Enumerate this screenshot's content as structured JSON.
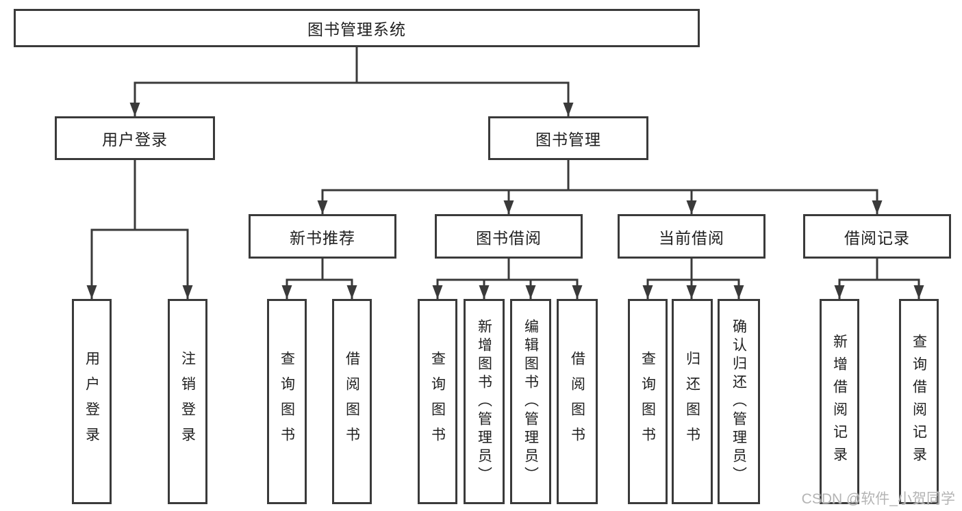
{
  "diagram_type": "hierarchy",
  "colors": {
    "line": "#3a3a3a",
    "box_border": "#3a3a3a",
    "text": "#1f1f1f",
    "background": "#ffffff",
    "watermark": "#b4b4b4"
  },
  "tree": {
    "label": "图书管理系统",
    "children": [
      {
        "label": "用户登录",
        "children": [
          {
            "label": "用户登录"
          },
          {
            "label": "注销登录"
          }
        ]
      },
      {
        "label": "图书管理",
        "children": [
          {
            "label": "新书推荐",
            "children": [
              {
                "label": "查询图书"
              },
              {
                "label": "借阅图书"
              }
            ]
          },
          {
            "label": "图书借阅",
            "children": [
              {
                "label": "查询图书"
              },
              {
                "label": "新增图书（管理员）"
              },
              {
                "label": "编辑图书（管理员）"
              },
              {
                "label": "借阅图书"
              }
            ]
          },
          {
            "label": "当前借阅",
            "children": [
              {
                "label": "查询图书"
              },
              {
                "label": "归还图书"
              },
              {
                "label": "确认归还（管理员）"
              }
            ]
          },
          {
            "label": "借阅记录",
            "children": [
              {
                "label": "新增借阅记录"
              },
              {
                "label": "查询借阅记录"
              }
            ]
          }
        ]
      }
    ]
  },
  "watermark": {
    "text": "CSDN @软件_小贺同学"
  }
}
